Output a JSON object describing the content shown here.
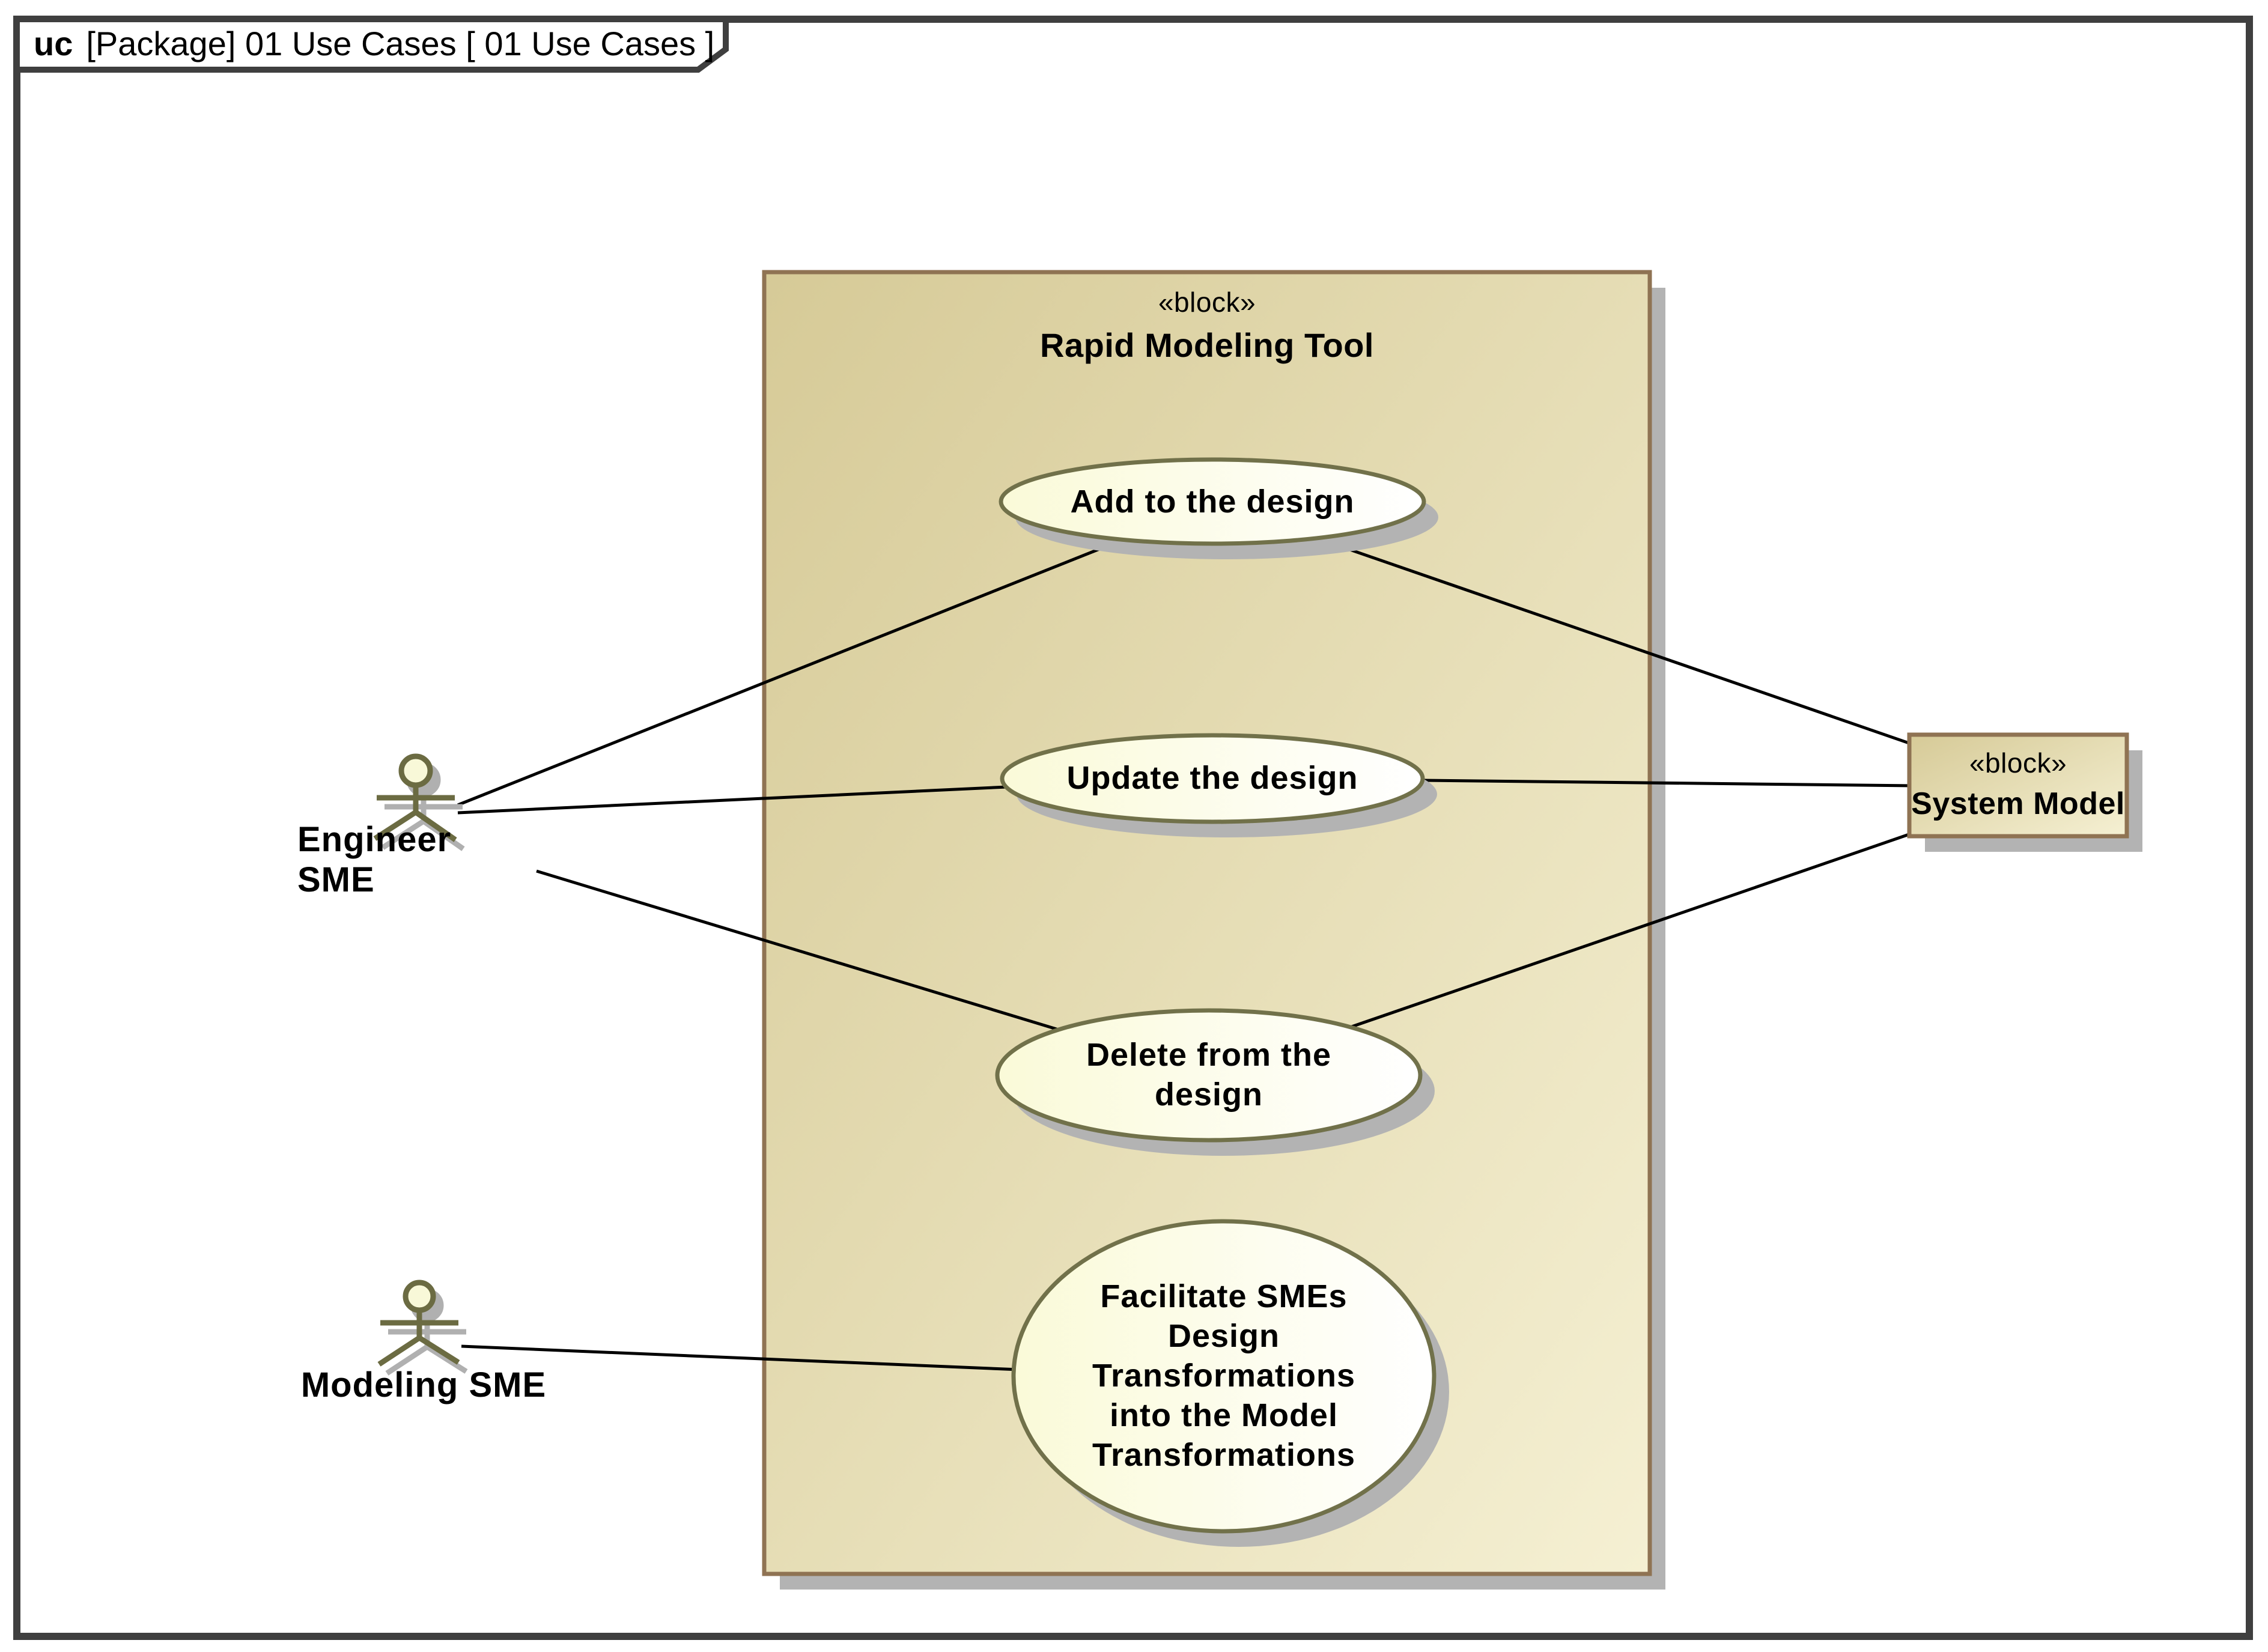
{
  "frame": {
    "keyword": "uc",
    "title": "[Package] 01 Use Cases [ 01 Use Cases ]"
  },
  "rapid_modeling_tool_block": {
    "stereotype": "«block»",
    "name": "Rapid Modeling Tool"
  },
  "system_model_block": {
    "stereotype": "«block»",
    "name": "System Model"
  },
  "use_cases": {
    "add": {
      "label": "Add to the design"
    },
    "update": {
      "label": "Update the design"
    },
    "delete": {
      "label": "Delete from the\ndesign"
    },
    "facilitate": {
      "label": "Facilitate SMEs\nDesign\nTransformations\ninto the Model\nTransformations"
    }
  },
  "actors": {
    "engineer": {
      "label": "Engineer SME"
    },
    "modeling": {
      "label": "Modeling SME"
    }
  },
  "colors": {
    "frame_border": "#3f3f3f",
    "block_border": "#8f7353",
    "block_fill_dark": "#d6ca97",
    "block_fill_light": "#f5f0d3",
    "oval_border": "#71714a",
    "oval_fill_left": "#fafad8",
    "oval_fill_right": "#ffffff",
    "actor_stroke": "#6b6b42",
    "actor_head_fill": "#f8f8d8",
    "shadow": "#b3b3b3",
    "association_line": "#000000"
  }
}
